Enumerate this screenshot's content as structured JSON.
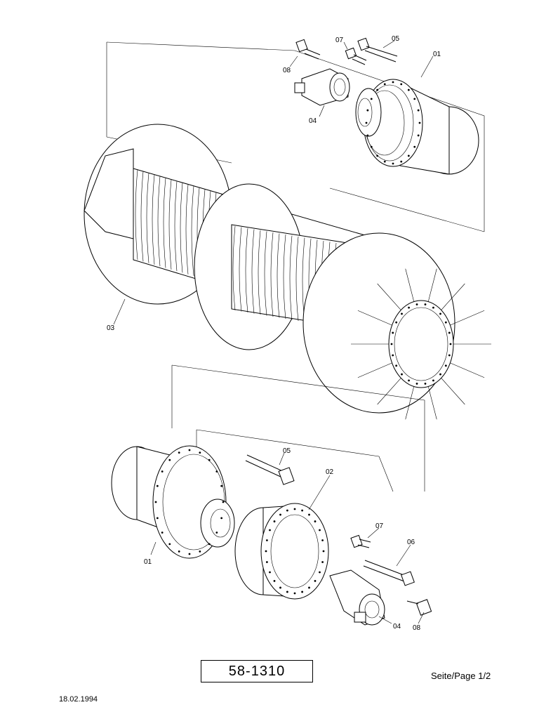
{
  "callouts": {
    "top_08": "08",
    "top_07": "07",
    "top_05": "05",
    "top_01": "01",
    "top_04": "04",
    "mid_03": "03",
    "bot_05": "05",
    "bot_02": "02",
    "bot_07": "07",
    "bot_06": "06",
    "bot_01": "01",
    "bot_04": "04",
    "bot_08": "08"
  },
  "footer": {
    "document_number": "58-1310",
    "page_label": "Seite/Page 1/2",
    "date": "18.02.1994"
  }
}
